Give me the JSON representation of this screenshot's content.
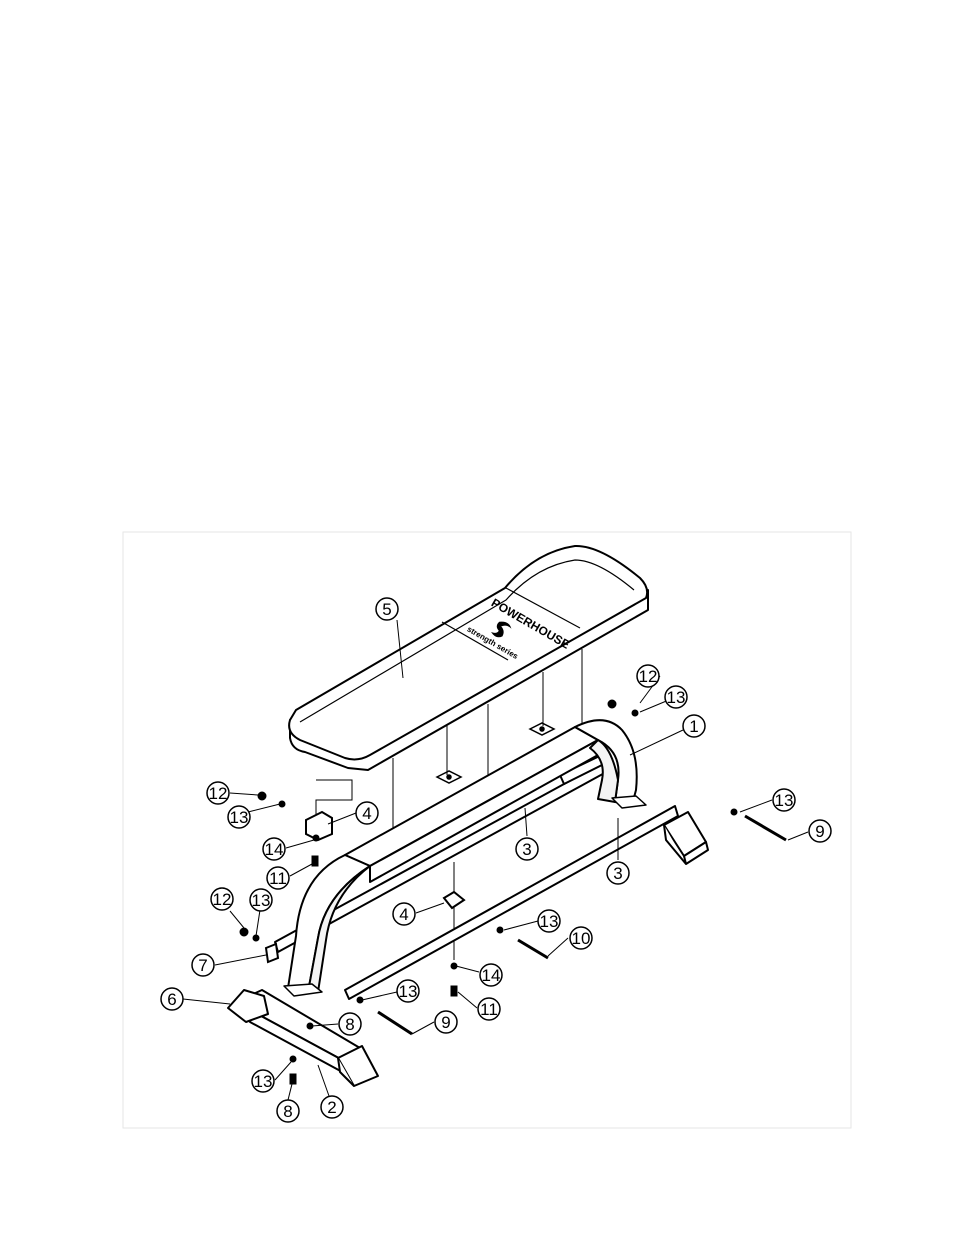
{
  "diagram": {
    "logo": {
      "brand": "POWERHOUSE",
      "tagline": "strength series"
    },
    "callouts": [
      {
        "id": "c5-seat",
        "label": "5"
      },
      {
        "id": "c12-top-right",
        "label": "12"
      },
      {
        "id": "c13-top-right",
        "label": "13"
      },
      {
        "id": "c1-frame",
        "label": "1"
      },
      {
        "id": "c12-upper-left",
        "label": "12"
      },
      {
        "id": "c13-upper-left",
        "label": "13"
      },
      {
        "id": "c4-upper",
        "label": "4"
      },
      {
        "id": "c14-upper",
        "label": "14"
      },
      {
        "id": "c11-upper",
        "label": "11"
      },
      {
        "id": "c3-inner",
        "label": "3"
      },
      {
        "id": "c13-right",
        "label": "13"
      },
      {
        "id": "c9-right",
        "label": "9"
      },
      {
        "id": "c3-outer",
        "label": "3"
      },
      {
        "id": "c12-lower-left",
        "label": "12"
      },
      {
        "id": "c13-lower-left",
        "label": "13"
      },
      {
        "id": "c4-lower",
        "label": "4"
      },
      {
        "id": "c13-middle",
        "label": "13"
      },
      {
        "id": "c10-bolt",
        "label": "10"
      },
      {
        "id": "c7-cap",
        "label": "7"
      },
      {
        "id": "c14-lower",
        "label": "14"
      },
      {
        "id": "c13-front",
        "label": "13"
      },
      {
        "id": "c11-lower",
        "label": "11"
      },
      {
        "id": "c6-cap",
        "label": "6"
      },
      {
        "id": "c8-upper",
        "label": "8"
      },
      {
        "id": "c9-front",
        "label": "9"
      },
      {
        "id": "c13-bottom",
        "label": "13"
      },
      {
        "id": "c2-stabilizer",
        "label": "2"
      },
      {
        "id": "c8-bottom",
        "label": "8"
      }
    ]
  }
}
